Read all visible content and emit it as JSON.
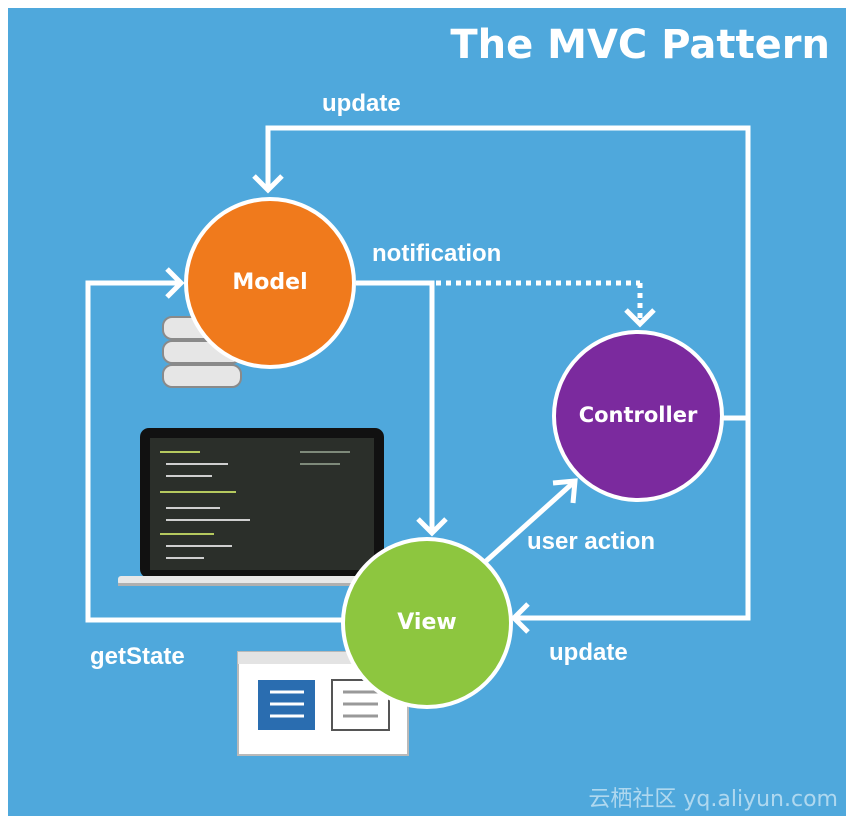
{
  "title": "The MVC Pattern",
  "nodes": {
    "model": {
      "label": "Model",
      "color": "#f07a1c"
    },
    "view": {
      "label": "View",
      "color": "#8dc63f"
    },
    "controller": {
      "label": "Controller",
      "color": "#7b2a9e"
    }
  },
  "edges": {
    "update_top": "update",
    "notification": "notification",
    "user_action": "user action",
    "update_bottom": "update",
    "get_state": "getState"
  },
  "watermark": "云栖社区 yq.aliyun.com",
  "colors": {
    "background": "#4fa8dc",
    "arrow": "#ffffff"
  },
  "icons": [
    "database-icon",
    "laptop-icon",
    "document-window-icon"
  ]
}
